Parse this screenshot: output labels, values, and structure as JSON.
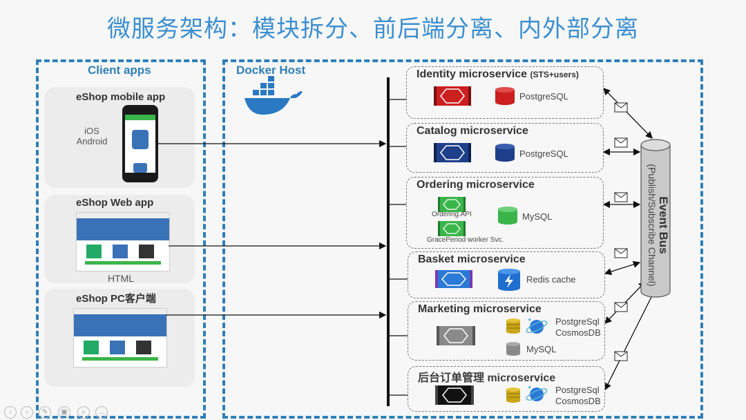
{
  "title": "微服务架构：模块拆分、前后端分离、内外部分离",
  "client_apps": {
    "label": "Client apps",
    "mobile": {
      "title": "eShop mobile app",
      "platforms": "iOS\nAndroid"
    },
    "web": {
      "title": "eShop Web app",
      "caption": "HTML"
    },
    "pc": {
      "title": "eShop PC客户端"
    }
  },
  "docker_host": {
    "label": "Docker Host"
  },
  "microservices": {
    "identity": {
      "title": "Identity microservice",
      "sub": "(STS+users)",
      "db": "PostgreSQL",
      "color": "#cc1f1f"
    },
    "catalog": {
      "title": "Catalog microservice",
      "db": "PostgreSQL",
      "color": "#1e3f8a"
    },
    "ordering": {
      "title": "Ordering microservice",
      "api": "Ordering.API",
      "worker": "GracePeriod worker Svc.",
      "db": "MySQL",
      "color": "#3bb54a"
    },
    "basket": {
      "title": "Basket microservice",
      "db": "Redis cache",
      "color": "#2b79d6"
    },
    "marketing": {
      "title": "Marketing microservice",
      "db1": "PostgreSql",
      "db2": "CosmosDB",
      "db3": "MySQL",
      "color": "#8a8a8a"
    },
    "backoffice": {
      "title": "后台订单管理 microservice",
      "db1": "PostgreSql",
      "db2": "CosmosDB",
      "color": "#111111"
    }
  },
  "event_bus": {
    "title": "Event Bus",
    "sub": "(Publish/Subscribe Channel)"
  }
}
